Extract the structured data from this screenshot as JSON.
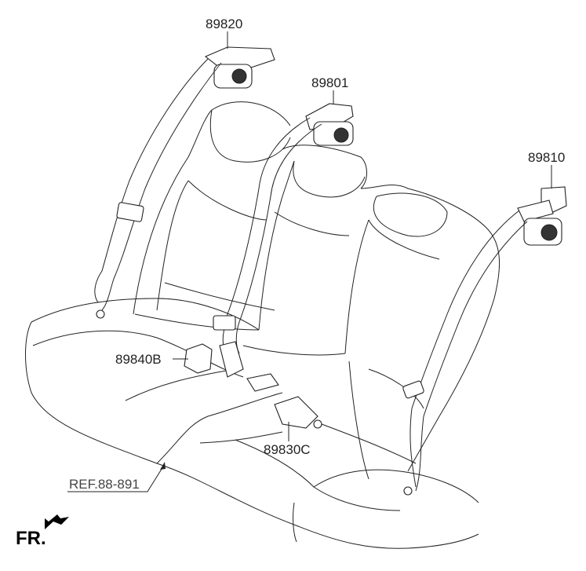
{
  "parts": {
    "belt_left_outer": "89820",
    "belt_center": "89801",
    "belt_right_outer": "89810",
    "buckle_left": "89840B",
    "buckle_center": "89830C"
  },
  "reference": "REF.88-891",
  "direction": {
    "label": "FR.",
    "icon": "arrow-icon"
  }
}
